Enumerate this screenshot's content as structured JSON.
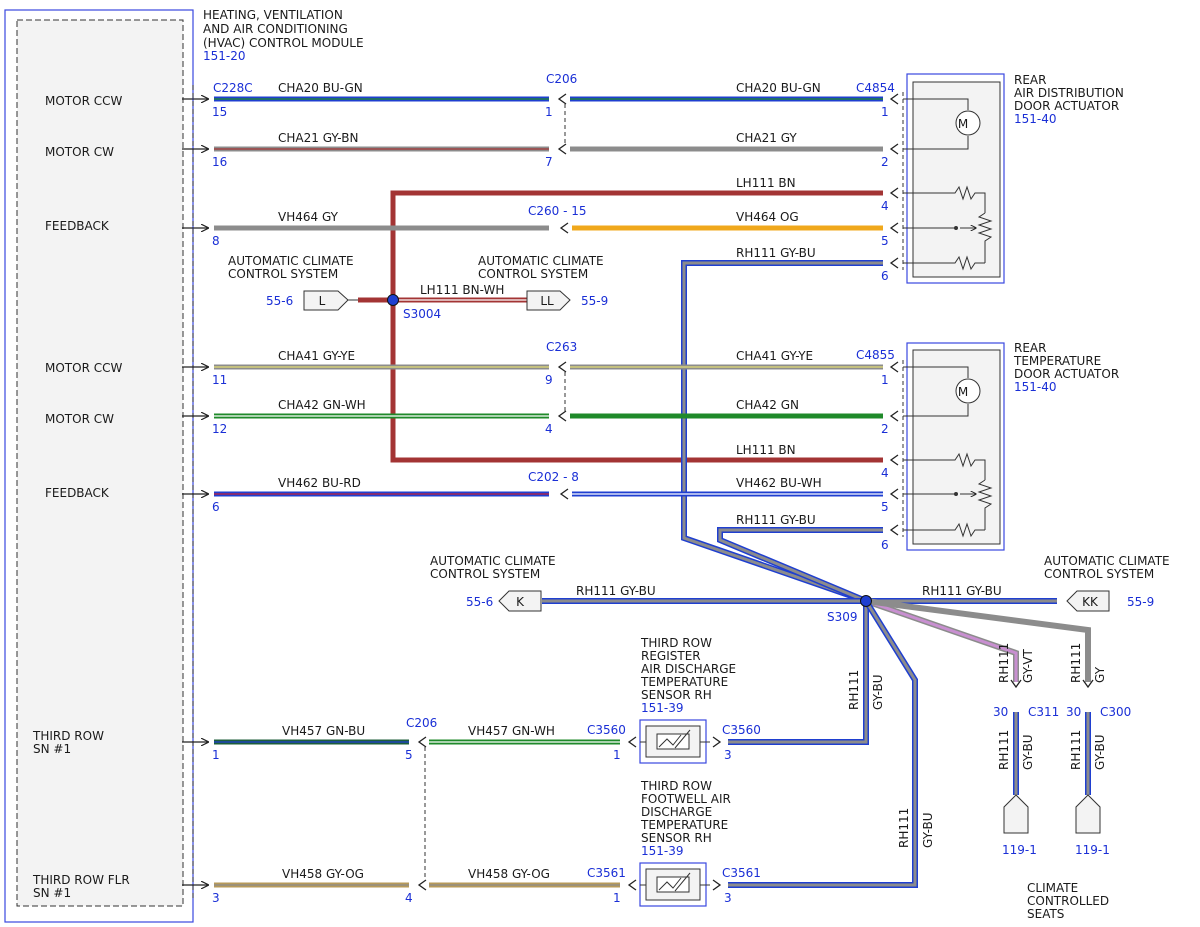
{
  "colors": {
    "blue_label": "#1a2fd6",
    "bu": "#1f3fd0",
    "gn": "#1f8a2a",
    "dkgn": "#1d5e3a",
    "gy": "#8c8c8c",
    "bn": "#a33434",
    "og": "#f0a81c",
    "ye": "#d6d27a",
    "bn_light": "#b79a5a",
    "rd": "#c0203a",
    "vt": "#c88fd0",
    "wh": "#ffffff",
    "module_fill": "#f3f3f3"
  },
  "module": {
    "title_lines": [
      "HEATING, VENTILATION",
      "AND AIR CONDITIONING",
      "(HVAC) CONTROL MODULE"
    ],
    "ref": "151-20",
    "pins": [
      "MOTOR CCW",
      "MOTOR CW",
      "FEEDBACK",
      "MOTOR CCW",
      "MOTOR CW",
      "FEEDBACK"
    ],
    "third_row": [
      "THIRD ROW",
      "SN #1"
    ],
    "third_row_flr": [
      "THIRD ROW FLR",
      "SN #1"
    ]
  },
  "connectors": {
    "c228c": "C228C",
    "c206": "C206",
    "c4854": "C4854",
    "c4855": "C4855",
    "c260": "C260 - 15",
    "c263": "C263",
    "c202": "C202 - 8",
    "c3560": "C3560",
    "c3561": "C3561",
    "c311": "C311",
    "c300": "C300"
  },
  "pin_numbers": {
    "mod_15": "15",
    "mod_16": "16",
    "mod_8": "8",
    "mod_11": "11",
    "mod_12": "12",
    "mod_6": "6",
    "mod_1": "1",
    "mod_3": "3",
    "c206_1": "1",
    "c206_7": "7",
    "c263_9": "9",
    "c263_4": "4",
    "c206_5": "5",
    "c206_4": "4",
    "a1_1": "1",
    "a1_2": "2",
    "a1_4": "4",
    "a1_5": "5",
    "a1_6": "6",
    "a2_1": "1",
    "a2_2": "2",
    "a2_4": "4",
    "a2_5": "5",
    "a2_6": "6",
    "s1_1": "1",
    "s1_3": "3",
    "s2_1": "1",
    "s2_3": "3",
    "c311_30": "30",
    "c300_30": "30"
  },
  "wires": {
    "cha20_l": "CHA20  BU-GN",
    "cha20_r": "CHA20  BU-GN",
    "cha21_l": "CHA21  GY-BN",
    "cha21_r": "CHA21  GY",
    "lh111_1": "LH111  BN",
    "vh464_l": "VH464  GY",
    "vh464_r": "VH464  OG",
    "rh111_1": "RH111  GY-BU",
    "lh111_splice": "LH111   BN-WH",
    "cha41_l": "CHA41  GY-YE",
    "cha41_r": "CHA41  GY-YE",
    "cha42_l": "CHA42  GN-WH",
    "cha42_r": "CHA42  GN",
    "lh111_2": "LH111  BN",
    "vh462_l": "VH462  BU-RD",
    "vh462_r": "VH462  BU-WH",
    "rh111_2": "RH111  GY-BU",
    "rh111_k": "RH111  GY-BU",
    "rh111_kk": "RH111  GY-BU",
    "vh457_l": "VH457  GN-BU",
    "vh457_r": "VH457  GN-WH",
    "vh458_l": "VH458  GY-OG",
    "vh458_r": "VH458  GY-OG",
    "v_rh111_a": "RH111",
    "v_gybu_a": "GY-BU",
    "v_rh111_b": "RH111",
    "v_gybu_b": "GY-BU",
    "v_rh111_c311": "RH111",
    "v_gyvt_c311": "GY-VT",
    "v_rh111_c300": "RH111",
    "v_gy_c300": "GY",
    "v_rh111_c311b": "RH111",
    "v_gybu_c311b": "GY-BU",
    "v_rh111_c300b": "RH111",
    "v_gybu_c300b": "GY-BU"
  },
  "splices": {
    "s3004": "S3004",
    "s309": "S309"
  },
  "refs": {
    "acc": [
      "AUTOMATIC CLIMATE",
      "CONTROL SYSTEM"
    ],
    "flag_l": "L",
    "flag_ll": "LL",
    "flag_k": "K",
    "flag_kk": "KK",
    "p55_6a": "55-6",
    "p55_9a": "55-9",
    "p55_6b": "55-6",
    "p55_9b": "55-9",
    "p119_1a": "119-1",
    "p119_1b": "119-1"
  },
  "components": {
    "act1_lines": [
      "REAR",
      "AIR DISTRIBUTION",
      "DOOR ACTUATOR"
    ],
    "act1_ref": "151-40",
    "act2_lines": [
      "REAR",
      "TEMPERATURE",
      "DOOR ACTUATOR"
    ],
    "act2_ref": "151-40",
    "sens1_lines": [
      "THIRD ROW",
      "REGISTER",
      "AIR DISCHARGE",
      "TEMPERATURE",
      "SENSOR RH"
    ],
    "sens1_ref": "151-39",
    "sens2_lines": [
      "THIRD ROW",
      "FOOTWELL AIR",
      "DISCHARGE",
      "TEMPERATURE",
      "SENSOR RH"
    ],
    "sens2_ref": "151-39",
    "seats_lines": [
      "CLIMATE",
      "CONTROLLED",
      "SEATS"
    ],
    "motor_symbol": "M"
  }
}
